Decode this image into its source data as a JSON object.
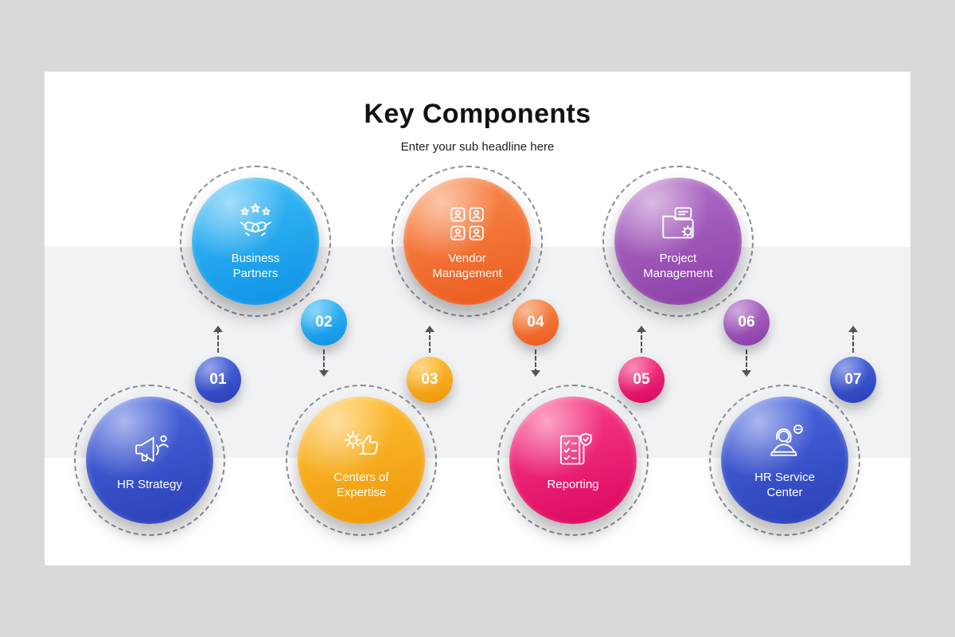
{
  "slide": {
    "title": "Key Components",
    "subtitle": "Enter your sub headline here"
  },
  "palette": {
    "outer_background": "#d8d9da",
    "slide_background": "#ffffff",
    "band_background": "#f1f2f4",
    "connector_color": "#4d555d"
  },
  "items": [
    {
      "number": "01",
      "label": "HR Strategy",
      "icon": "megaphone-icon",
      "color_light": "#4b68e0",
      "color_dark": "#2a3fb6",
      "row": "bottom"
    },
    {
      "number": "02",
      "label": "Business Partners",
      "icon": "handshake-stars-icon",
      "color_light": "#41c0f8",
      "color_dark": "#0b90e4",
      "row": "top"
    },
    {
      "number": "03",
      "label": "Centers of Expertise",
      "icon": "thumbs-up-gear-icon",
      "color_light": "#ffc237",
      "color_dark": "#ee9607",
      "row": "bottom"
    },
    {
      "number": "04",
      "label": "Vendor Management",
      "icon": "team-grid-icon",
      "color_light": "#fb8d50",
      "color_dark": "#ea5a1d",
      "row": "top"
    },
    {
      "number": "05",
      "label": "Reporting",
      "icon": "checklist-shield-icon",
      "color_light": "#fb4489",
      "color_dark": "#da0460",
      "row": "bottom"
    },
    {
      "number": "06",
      "label": "Project Management",
      "icon": "folder-gear-icon",
      "color_light": "#b471c9",
      "color_dark": "#8a3da6",
      "row": "top"
    },
    {
      "number": "07",
      "label": "HR Service Center",
      "icon": "support-agent-icon",
      "color_light": "#4b68e0",
      "color_dark": "#2a3fb6",
      "row": "bottom"
    }
  ]
}
